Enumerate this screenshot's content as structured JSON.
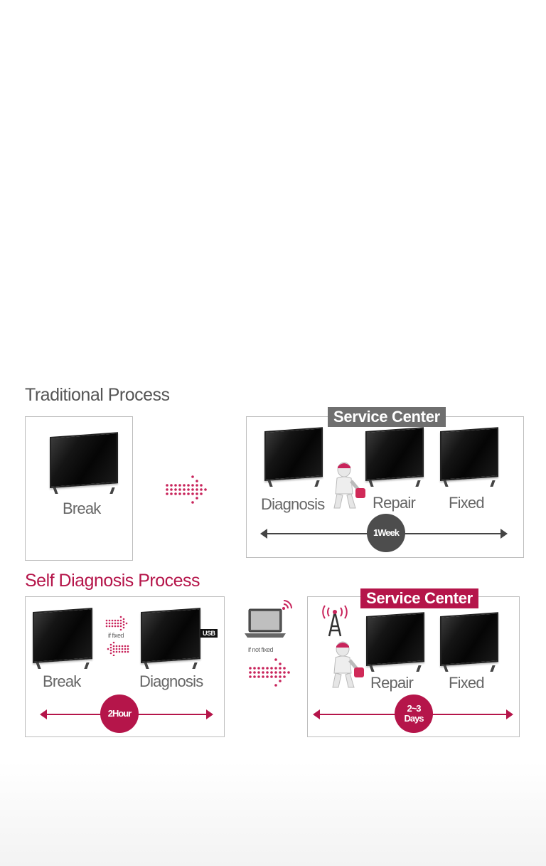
{
  "traditional": {
    "heading": "Traditional Process",
    "break_label": "Break",
    "service_center_title": "Service Center",
    "stages": [
      "Diagnosis",
      "Repair",
      "Fixed"
    ],
    "duration": "1Week"
  },
  "self": {
    "heading": "Self Diagnosis Process",
    "break_label": "Break",
    "diagnosis_label": "Diagnosis",
    "if_fixed": "if fixed",
    "usb": "USB",
    "if_not_fixed": "if not fixed",
    "duration": "2Hour",
    "service_center_title": "Service Center",
    "stages": [
      "Repair",
      "Fixed"
    ],
    "sc_duration_line1": "2~3",
    "sc_duration_line2": "Days"
  },
  "colors": {
    "brand": "#b5154a",
    "gray_header": "#6f6f6f",
    "dark_circle": "#4d4d4d"
  },
  "icons": [
    "tv-icon",
    "dotted-arrow-icon",
    "technician-icon",
    "laptop-icon",
    "wifi-signal-icon",
    "antenna-tower-icon"
  ]
}
